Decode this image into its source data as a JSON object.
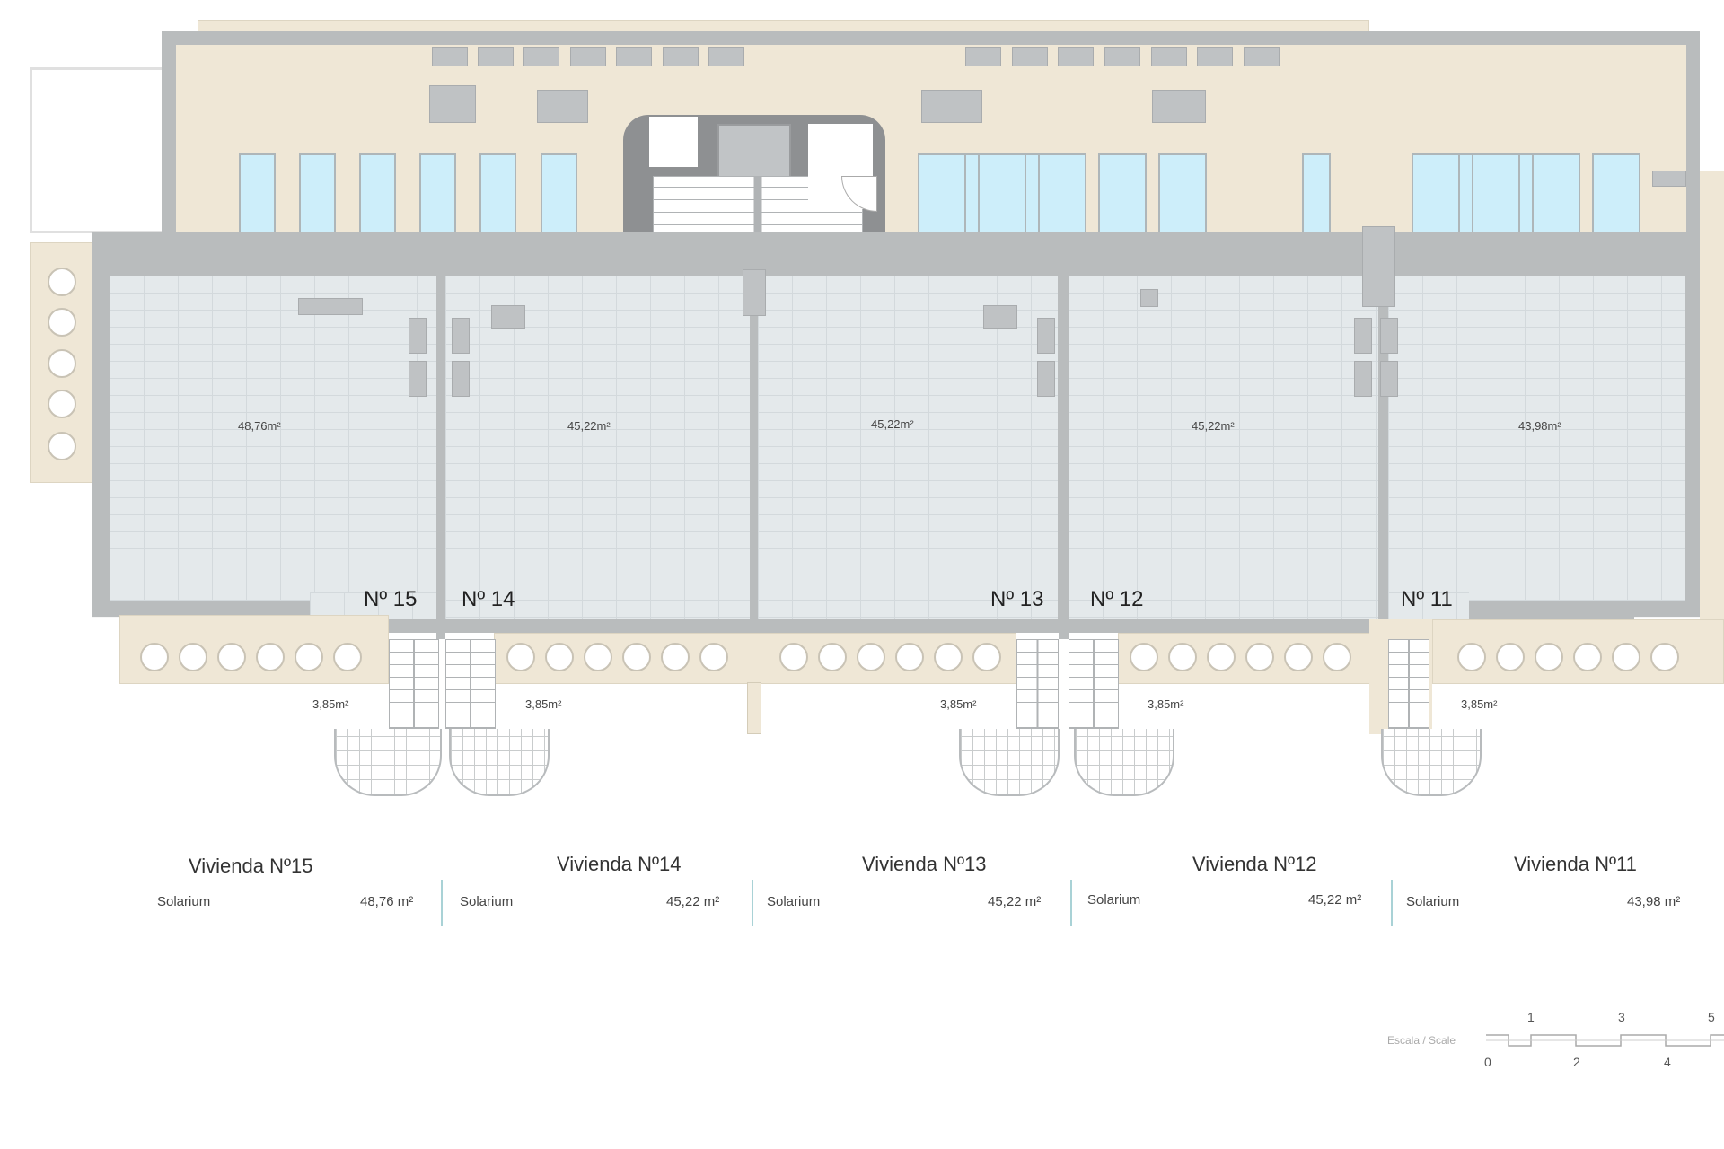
{
  "plan": {
    "units": [
      {
        "number_label": "Nº 15",
        "area_label": "48,76m²",
        "stair_area_label": "3,85m²"
      },
      {
        "number_label": "Nº 14",
        "area_label": "45,22m²",
        "stair_area_label": "3,85m²"
      },
      {
        "number_label": "Nº 13",
        "area_label": "45,22m²",
        "stair_area_label": "3,85m²"
      },
      {
        "number_label": "Nº 12",
        "area_label": "45,22m²",
        "stair_area_label": "3,85m²"
      },
      {
        "number_label": "Nº 11",
        "area_label": "43,98m²",
        "stair_area_label": "3,85m²"
      }
    ]
  },
  "legend": [
    {
      "title": "Vivienda Nº15",
      "room": "Solarium",
      "area": "48,76 m²"
    },
    {
      "title": "Vivienda Nº14",
      "room": "Solarium",
      "area": "45,22 m²"
    },
    {
      "title": "Vivienda Nº13",
      "room": "Solarium",
      "area": "45,22 m²"
    },
    {
      "title": "Vivienda Nº12",
      "room": "Solarium",
      "area": "45,22 m²"
    },
    {
      "title": "Vivienda Nº11",
      "room": "Solarium",
      "area": "43,98 m²"
    }
  ],
  "scale": {
    "label": "Escala / Scale",
    "ticks_top": [
      "1",
      "3",
      "5"
    ],
    "ticks_bottom": [
      "0",
      "2",
      "4"
    ]
  },
  "colors": {
    "roof_beige": "#efe7d6",
    "wall_gray": "#b9bcbd",
    "tile_floor": "#e4e9eb",
    "skylight_blue": "#cdeefa",
    "legend_separator": "#a9d2d6"
  }
}
